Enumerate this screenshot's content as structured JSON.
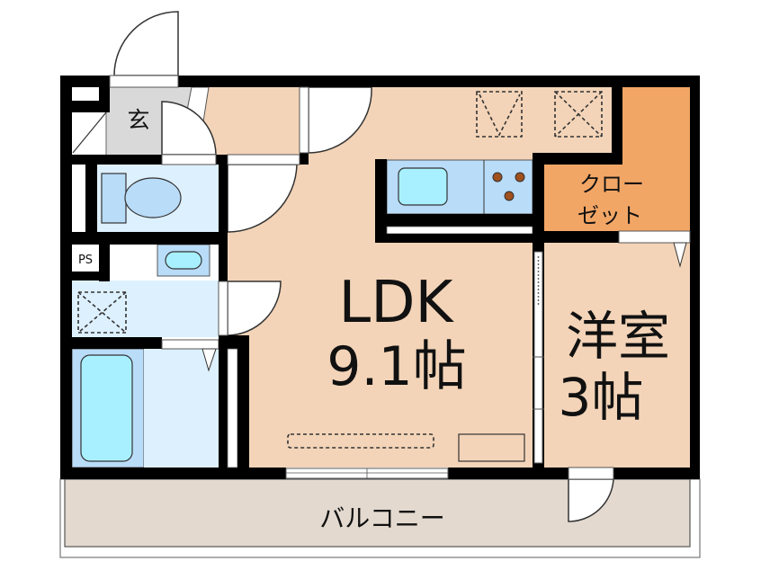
{
  "floorplan": {
    "colors": {
      "ldk": "#f3d4b8",
      "closet": "#f2a666",
      "genkan": "#d9d9d9",
      "wet_area": "#ddf0fd",
      "fixture_blue": "#b9dcf8",
      "water": "#a8f0ff",
      "balcony": "#e3d9cf",
      "wall": "#000000"
    },
    "rooms": {
      "genkan": {
        "label": "玄"
      },
      "ps": {
        "label": "PS"
      },
      "closet": {
        "label_line1": "クロー",
        "label_line2": "ゼット"
      },
      "ldk": {
        "label": "LDK",
        "size": "9.1帖"
      },
      "western_room": {
        "label": "洋室",
        "size": "3帖"
      },
      "balcony": {
        "label": "バルコニー"
      }
    }
  }
}
